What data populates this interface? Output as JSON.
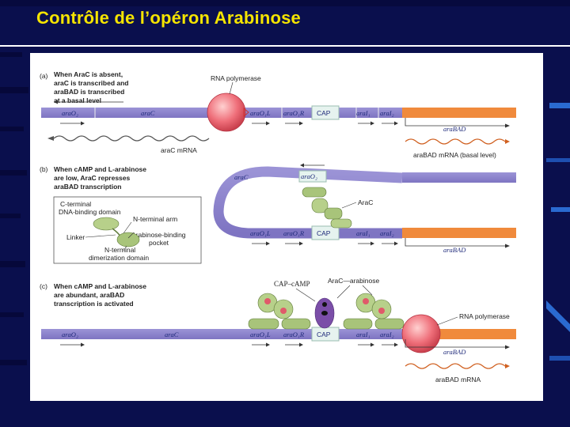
{
  "slide": {
    "title": "Contrôle de l’opéron Arabinose"
  },
  "panel_a": {
    "letter": "(a)",
    "caption_lines": [
      "When AraC is absent,",
      "araC is transcribed and",
      "araBAD is transcribed",
      "at a basal level"
    ],
    "rna_polymerase": "RNA polymerase",
    "segments": [
      "araO₂",
      "araC",
      "araO₁L",
      "araO₁R",
      "CAP",
      "araI₁",
      "araI₂"
    ],
    "araBAD": "araBAD",
    "araC_mRNA": "araC mRNA",
    "araBAD_mRNA": "araBAD mRNA (basal level)"
  },
  "panel_b": {
    "letter": "(b)",
    "caption_lines": [
      "When cAMP and L-arabinose",
      "are low, AraC represses",
      "araBAD transcription"
    ],
    "loop_araC": "araC",
    "loop_araO2": "araO₂",
    "arac_label": "AraC",
    "segments": [
      "araO₁L",
      "araO₁R",
      "CAP",
      "araI₁",
      "araI₂"
    ],
    "araBAD": "araBAD",
    "inset": {
      "c_terminal": "C-terminal",
      "dna_binding": "DNA-binding domain",
      "n_terminal_arm": "N-terminal arm",
      "linker": "Linker",
      "arabinose_pocket_1": "Arabinose-binding",
      "arabinose_pocket_2": "pocket",
      "n_terminal": "N-terminal",
      "dimerization": "dimerization domain"
    }
  },
  "panel_c": {
    "letter": "(c)",
    "caption_lines": [
      "When cAMP and L-arabinose",
      "are abundant, araBAD",
      "transcription is activated"
    ],
    "cap_camp": "CAP–cAMP",
    "arac_arabinose": "AraC—arabinose",
    "rna_polymerase": "RNA polymerase",
    "segments": [
      "araO₂",
      "araC",
      "araO₁L",
      "araO₁R",
      "CAP",
      "araI₁",
      "araI₂"
    ],
    "araBAD": "araBAD",
    "araBAD_mRNA": "araBAD mRNA"
  }
}
